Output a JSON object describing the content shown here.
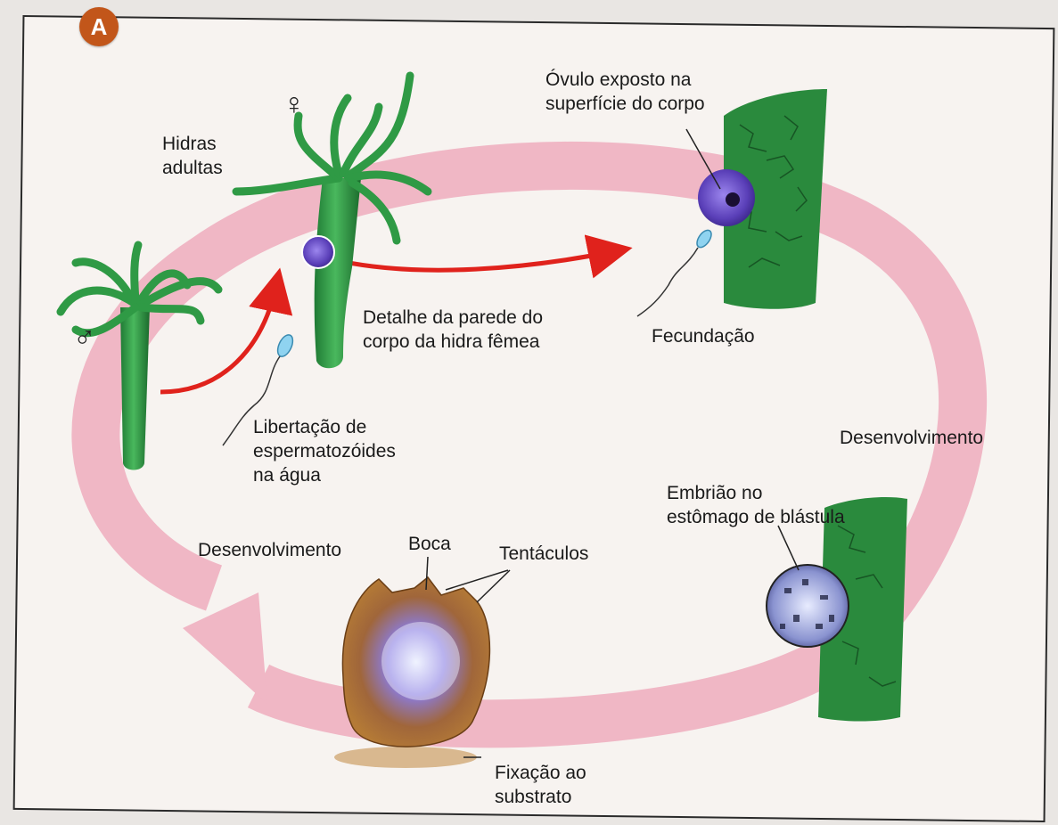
{
  "panel_letter": "A",
  "symbols": {
    "female": "♀",
    "male": "♂"
  },
  "labels": {
    "hidras_adultas": "Hidras\nadultas",
    "ovulo_exposto": "Óvulo exposto na\nsuperfície do corpo",
    "detalhe_parede": "Detalhe da parede do\ncorpo da hidra fêmea",
    "fecundacao": "Fecundação",
    "libertacao": "Libertação de\nespermatozóides\nna água",
    "desenvolvimento_right": "Desenvolvimento",
    "embriao": "Embrião no\nestômago de blástula",
    "desenvolvimento_left": "Desenvolvimento",
    "boca": "Boca",
    "tentaculos": "Tentáculos",
    "fixacao": "Fixação ao\nsubstrato"
  },
  "colors": {
    "cycle_arrow": "#f0b7c5",
    "red_arrow": "#e0221c",
    "hydra_green": "#2f9a45",
    "hydra_dark": "#1c6b2e",
    "egg_purple": "#6a4cc8",
    "badge_orange": "#c2561a",
    "embryo_brown": "#b8742f"
  }
}
